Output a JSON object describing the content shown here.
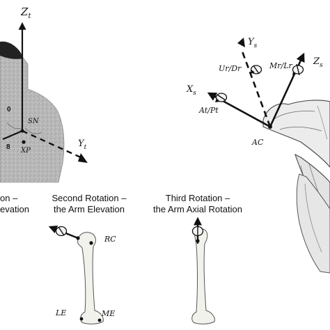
{
  "trunk_axes": {
    "z_main": "Z",
    "z_sub": "t",
    "y_main": "Y",
    "y_sub": "t",
    "sn": "SN",
    "xp": "XP",
    "mark_upper": "0",
    "mark_lower": "8"
  },
  "scapula_axes": {
    "y_main": "Y",
    "y_sub": "s",
    "x_main": "X",
    "x_sub": "s",
    "z_main": "Z",
    "z_sub": "s",
    "ur_dr": "Ur/Dr",
    "mr_lr": "Mr/Lr",
    "at_pt": "At/Pt",
    "ac": "AC"
  },
  "rotations": {
    "first_line1": "on –",
    "first_line2": "evation",
    "second_line1": "Second Rotation –",
    "second_line2": "the Arm Elevation",
    "third_line1": "Third Rotation –",
    "third_line2": "the Arm Axial Rotation"
  },
  "humerus_labels": {
    "rc": "RC",
    "le": "LE",
    "me": "ME"
  }
}
